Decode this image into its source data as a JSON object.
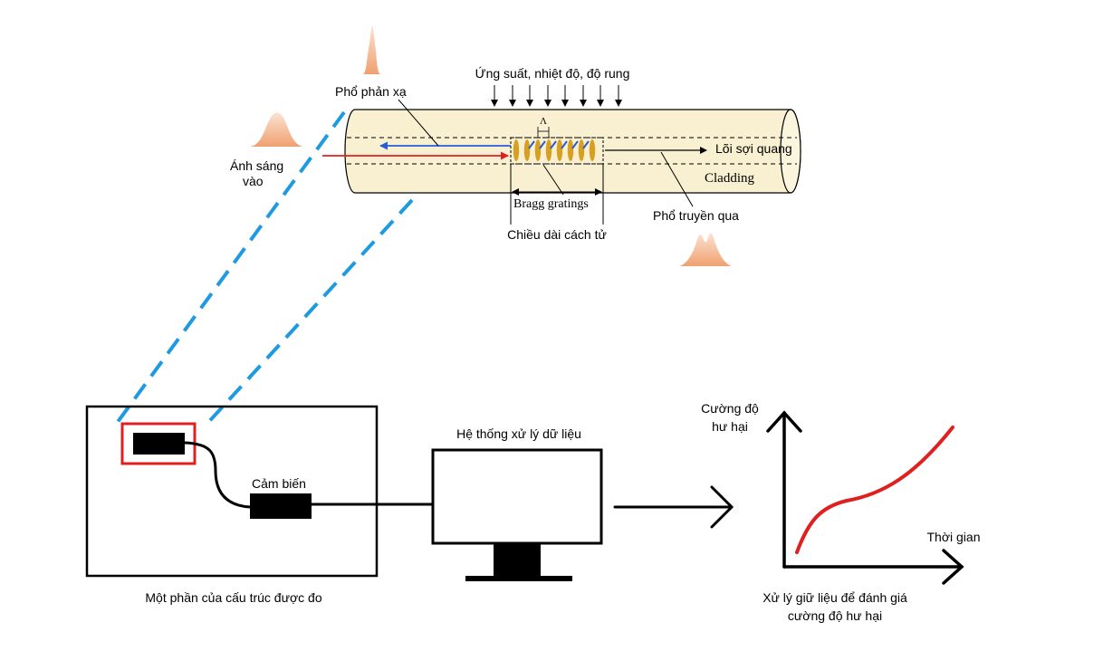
{
  "fiber": {
    "stress_label": "Ứng suất, nhiệt độ, độ rung",
    "reflected_label": "Phổ phản xạ",
    "input_label_line1": "Ánh sáng",
    "input_label_line2": "vào",
    "core_label": "Lõi sợi quang",
    "cladding_label": "Cladding",
    "grating_label": "Bragg gratings",
    "transmitted_label": "Phổ truyền qua",
    "length_label": "Chiều dài cách tử",
    "period_symbol": "Λ"
  },
  "structure": {
    "sensor_label": "Cảm biến",
    "caption": "Một phần của cấu trúc được đo"
  },
  "processing": {
    "title": "Hệ thống xử lý dữ liệu"
  },
  "graph": {
    "y_label_line1": "Cường độ",
    "y_label_line2": "hư hại",
    "x_label": "Thời gian",
    "caption_line1": "Xử lý giữ liệu để đánh giá",
    "caption_line2": "cường độ hư hại"
  },
  "colors": {
    "fiber_fill": "#f8f0d0",
    "spectrum_peak": "#f2a67a",
    "dashed_link": "#1e9be0",
    "red_highlight": "#e02020",
    "reflected_arrow": "#2a5bd7",
    "grating": "#d8a020"
  }
}
